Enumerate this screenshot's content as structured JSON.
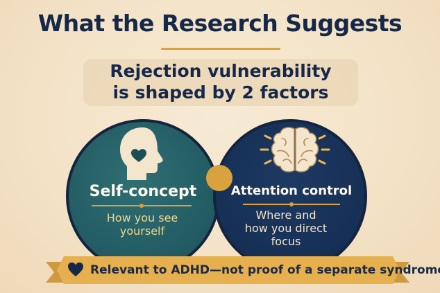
{
  "title": "What the Research Suggests",
  "subtitle": {
    "line1": "Rejection vulnerability",
    "line2": "is shaped by 2 factors"
  },
  "factors": [
    {
      "title": "Self-concept",
      "description_line1": "How you see",
      "description_line2": "yourself",
      "icon": "head-heart-icon"
    },
    {
      "title": "Attention control",
      "description_line1": "Where and",
      "description_line2": "how you direct",
      "description_line3": "focus",
      "icon": "brain-icon"
    }
  ],
  "banner": {
    "text": "Relevant to ADHD—not proof of a separate syndrome",
    "icon": "heart-icon"
  },
  "colors": {
    "background": "#f3e2c6",
    "navy": "#16284a",
    "teal": "#225a62",
    "gold": "#d9a23c",
    "banner": "#e6b04f"
  }
}
